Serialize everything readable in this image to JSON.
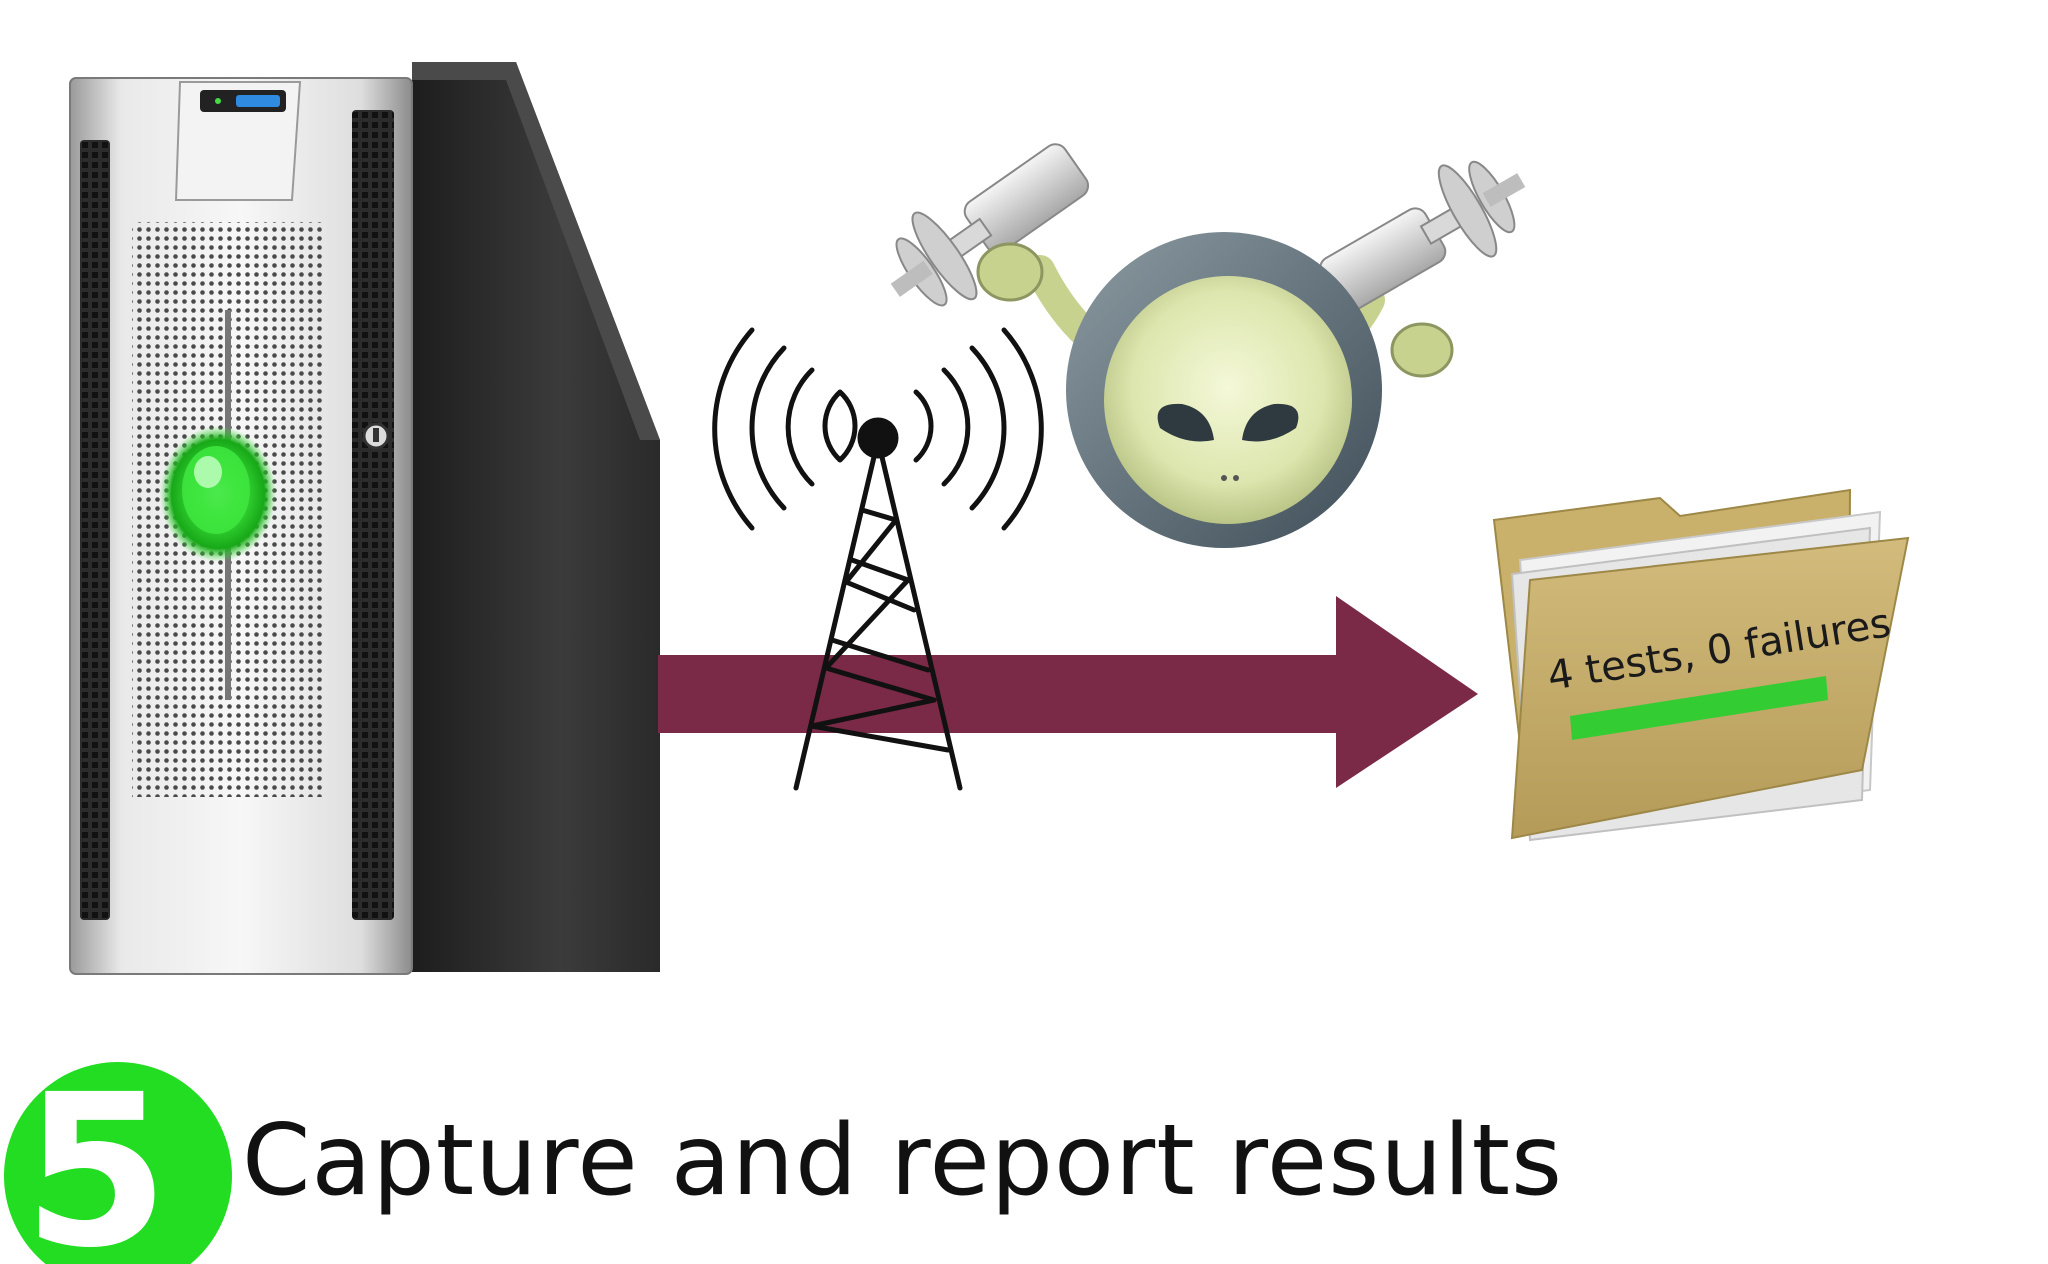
{
  "step": {
    "number": "5",
    "label": "Capture and report results",
    "badge_color": "#22dd22"
  },
  "report": {
    "summary": "4 tests, 0 failures",
    "status_bar_color": "#33cc33"
  },
  "arrow": {
    "color": "#7a2a46"
  },
  "server": {
    "led_color": "#3ee63e"
  },
  "icons": [
    "server-tower-icon",
    "radio-tower-icon",
    "alien-robot-icon",
    "folder-icon"
  ]
}
